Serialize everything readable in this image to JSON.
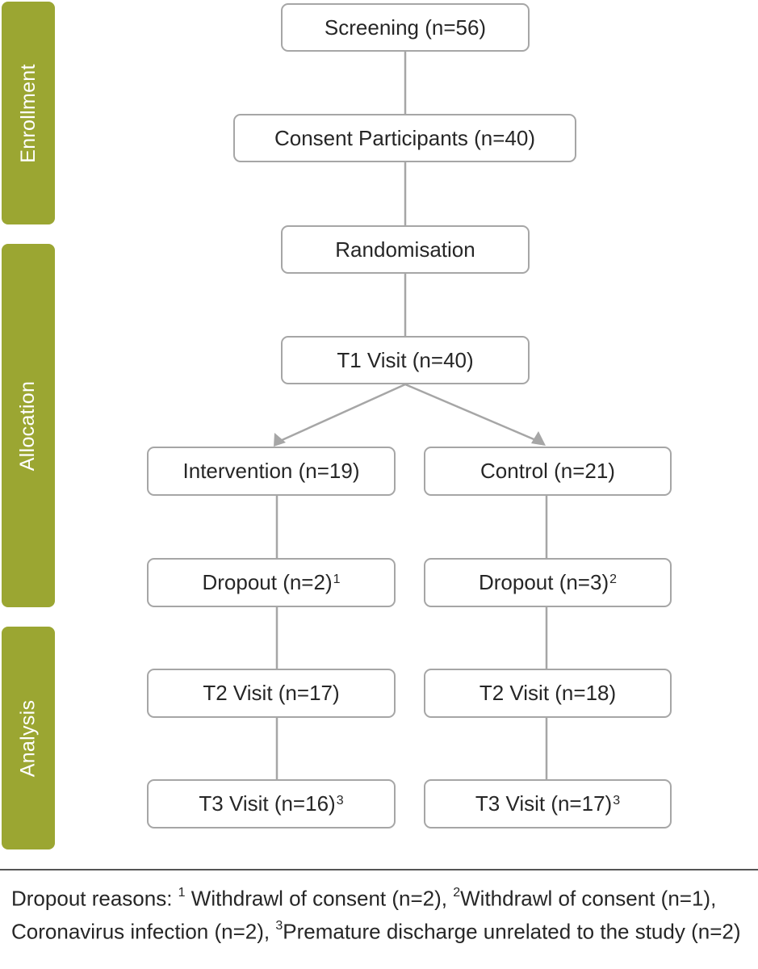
{
  "colors": {
    "phase_fill": "#9ba632",
    "node_border": "#a6a6a6",
    "connector": "#a6a6a6",
    "text": "#262626"
  },
  "phases": {
    "enrollment": "Enrollment",
    "allocation": "Allocation",
    "analysis": "Analysis"
  },
  "nodes": {
    "screening": "Screening (n=56)",
    "consent": "Consent Participants (n=40)",
    "randomisation": "Randomisation",
    "t1_visit": "T1 Visit (n=40)",
    "intervention": "Intervention (n=19)",
    "control": "Control (n=21)",
    "dropout_intervention": "Dropout (n=2)",
    "dropout_intervention_note": "1",
    "dropout_control": "Dropout (n=3)",
    "dropout_control_note": "2",
    "t2_intervention": "T2 Visit (n=17)",
    "t2_control": "T2 Visit (n=18)",
    "t3_intervention": "T3 Visit (n=16)",
    "t3_intervention_note": "3",
    "t3_control": "T3 Visit (n=17)",
    "t3_control_note": "3"
  },
  "footnote": {
    "prefix": "Dropout reasons: ",
    "mark1": "1",
    "text1": " Withdrawl of consent (n=2), ",
    "mark2": "2",
    "text2": "Withdrawl of consent (n=1), Coronavirus infection (n=2), ",
    "mark3": "3",
    "text3": "Premature discharge unrelated to the study (n=2)"
  }
}
